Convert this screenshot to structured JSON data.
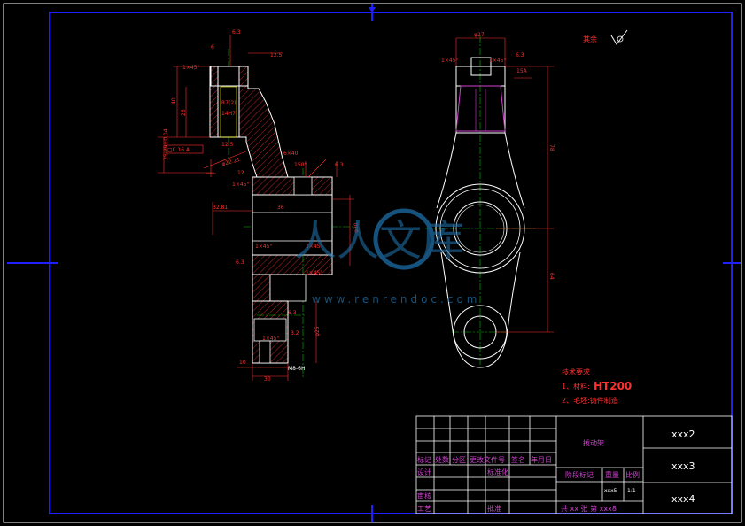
{
  "colors": {
    "background": "#000000",
    "frame": "#2020ff",
    "outline": "#ffffff",
    "dimension": "#ff3030",
    "centerline": "#00c000",
    "title_text": "#d040d0",
    "watermark": "#1e6ea8"
  },
  "roughness_note": {
    "label": "其余"
  },
  "section_view": {
    "dims": {
      "d_1x45_top": "1×45°",
      "d_12_5": "12.5",
      "d_6": "6",
      "d_40": "40",
      "d_26": "26",
      "d_r": "R7(2)",
      "d_14h7": "14H7",
      "d_6_3a": "6.3",
      "d_12_5b": "12.5",
      "d_tol": "25.29±0.04",
      "d_datum": "□0.16 A",
      "d_bore": "φ22.21",
      "d_6x40": "6×40",
      "d_12": "12",
      "d_150": "150°",
      "d_6_3b": "6.3",
      "d_1x45_mid": "1×45°",
      "d_32": "32.81",
      "d_36": "36",
      "d_1x45_l": "1×45°",
      "d_1x45_r": "1×45°",
      "d_30": "φ30",
      "d_1x45_b": "1×45°",
      "d_6_3c": "6.3",
      "d_6_3d": "6.3",
      "d_25": "φ25",
      "d_3_2": "3.2",
      "d_1x45_bb": "1×45°",
      "d_10": "10",
      "d_30b": "30",
      "d_m8": "M8-6H"
    }
  },
  "front_view": {
    "dims": {
      "d_27": "φ27",
      "d_1x45_a": "1×45°",
      "d_1x45_b": "1×45°",
      "d_6_3": "6.3",
      "d_15a": "15A",
      "d_78": "78",
      "d_64": "64"
    }
  },
  "tech_notes": {
    "title": "技术要求",
    "line1_prefix": "1、材料:",
    "line1_value": "HT200",
    "line2": "2、毛坯:铸件制造"
  },
  "title_block": {
    "part_name": "拨动架",
    "drawing_no_1": "xxx2",
    "drawing_no_2": "xxx3",
    "drawing_no_3": "xxx4",
    "headers": [
      "标记",
      "处数",
      "分区",
      "更改文件号",
      "签名",
      "年月日"
    ],
    "designer": "设计",
    "standardize": "标准化",
    "reviewer": "审核",
    "process": "工艺",
    "approve": "批准",
    "stage_mark": "阶段标记",
    "weight": "重量",
    "scale": "比例",
    "weight_value": "xxx5",
    "scale_value": "1:1",
    "sheets": "共 xx 张 第 xxx8"
  },
  "watermark": {
    "cn_text": "人人文库",
    "url": "www.renrendoc.com"
  }
}
